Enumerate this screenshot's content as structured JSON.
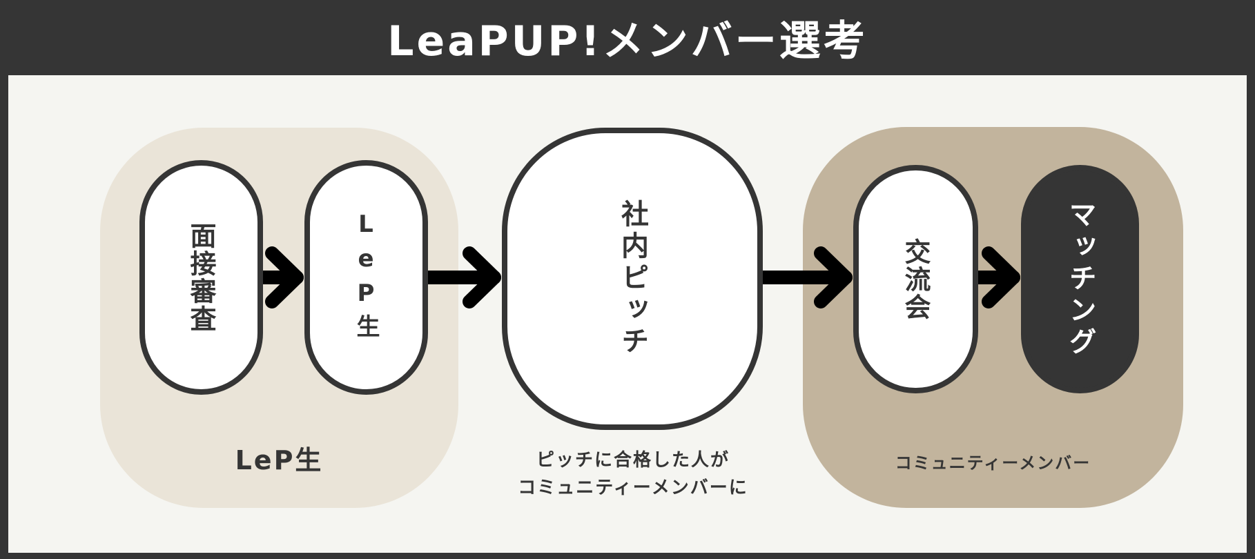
{
  "title": "LeaPUP!メンバー選考",
  "steps": {
    "interview": "面接審査",
    "lep_sei": "LeP生",
    "pitch": "社内ピッチ",
    "koryukai": "交流会",
    "matching": "マッチング"
  },
  "groups": {
    "lep_label": "LeP生",
    "community_label": "コミュニティーメンバー"
  },
  "pitch_caption": {
    "line1": "ピッチに合格した人が",
    "line2": "コミュニティーメンバーに"
  },
  "colors": {
    "frame": "#353535",
    "panel": "#f5f5f1",
    "lep_group": "#eae4d8",
    "community_group": "#c2b49d",
    "arrow": "#000000"
  }
}
